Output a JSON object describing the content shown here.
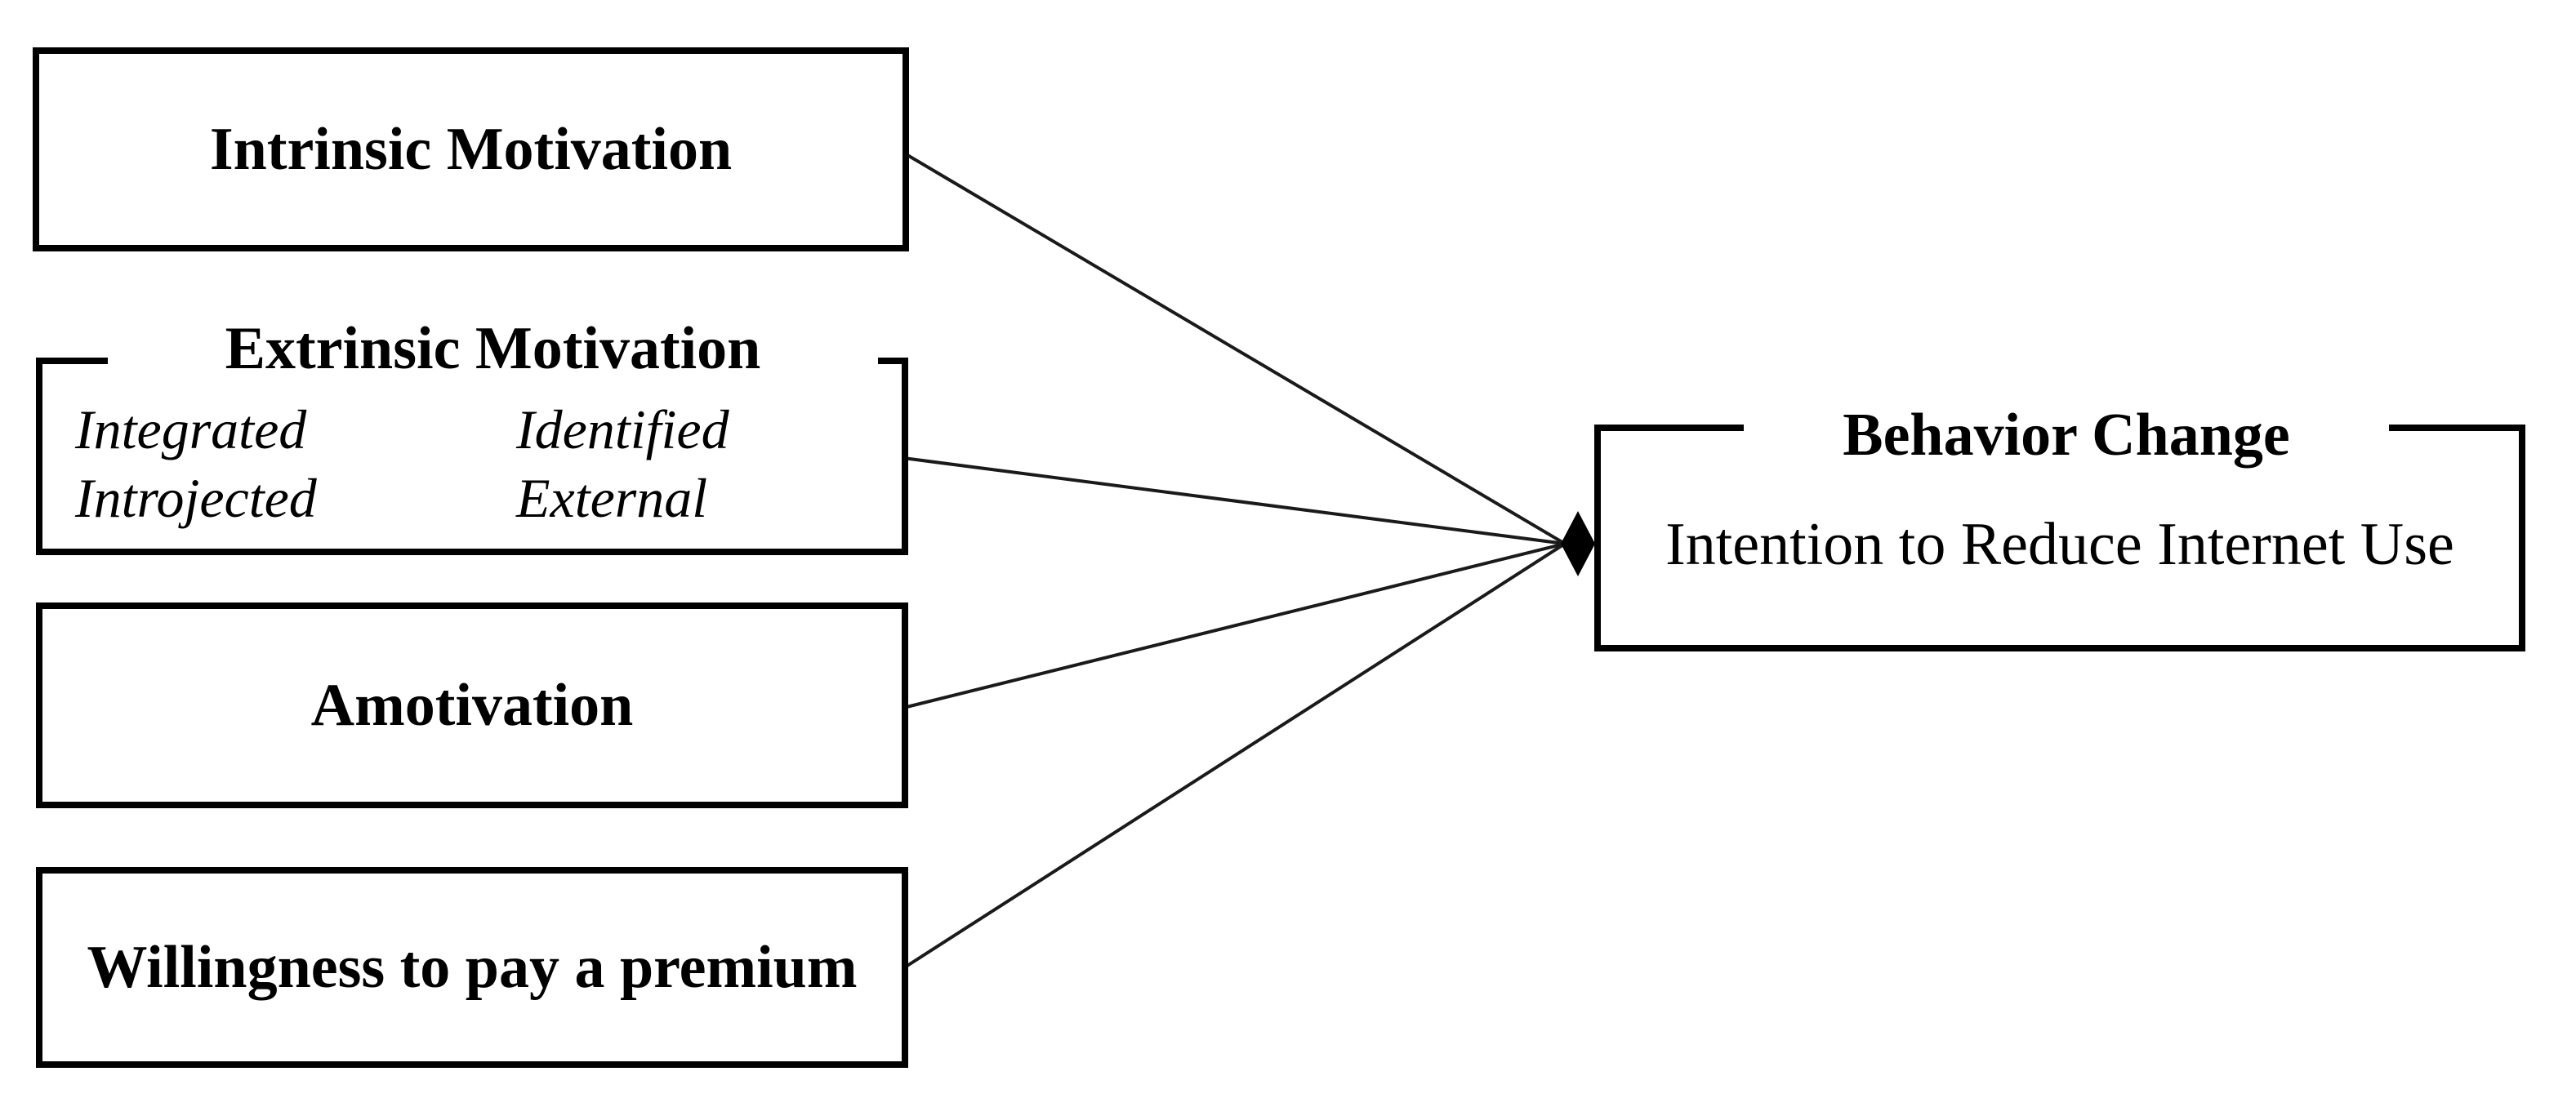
{
  "diagram": {
    "boxes": {
      "intrinsic": {
        "label": "Intrinsic Motivation"
      },
      "extrinsic": {
        "label": "Extrinsic Motivation",
        "items": [
          "Integrated",
          "Identified",
          "Introjected",
          "External"
        ]
      },
      "amotivation": {
        "label": "Amotivation"
      },
      "willingness": {
        "label": "Willingness to pay a premium"
      },
      "behavior": {
        "label": "Behavior Change",
        "body": "Intention to Reduce Internet Use"
      }
    },
    "connectors": [
      {
        "from": "Intrinsic Motivation",
        "to": "Behavior Change"
      },
      {
        "from": "Extrinsic Motivation",
        "to": "Behavior Change"
      },
      {
        "from": "Amotivation",
        "to": "Behavior Change"
      },
      {
        "from": "Willingness to pay a premium",
        "to": "Behavior Change"
      }
    ],
    "arrowhead": "filled-diamond",
    "colors": {
      "background": "#ffffff",
      "border": "#000000",
      "line": "#1a1a1a",
      "text": "#000000"
    }
  }
}
